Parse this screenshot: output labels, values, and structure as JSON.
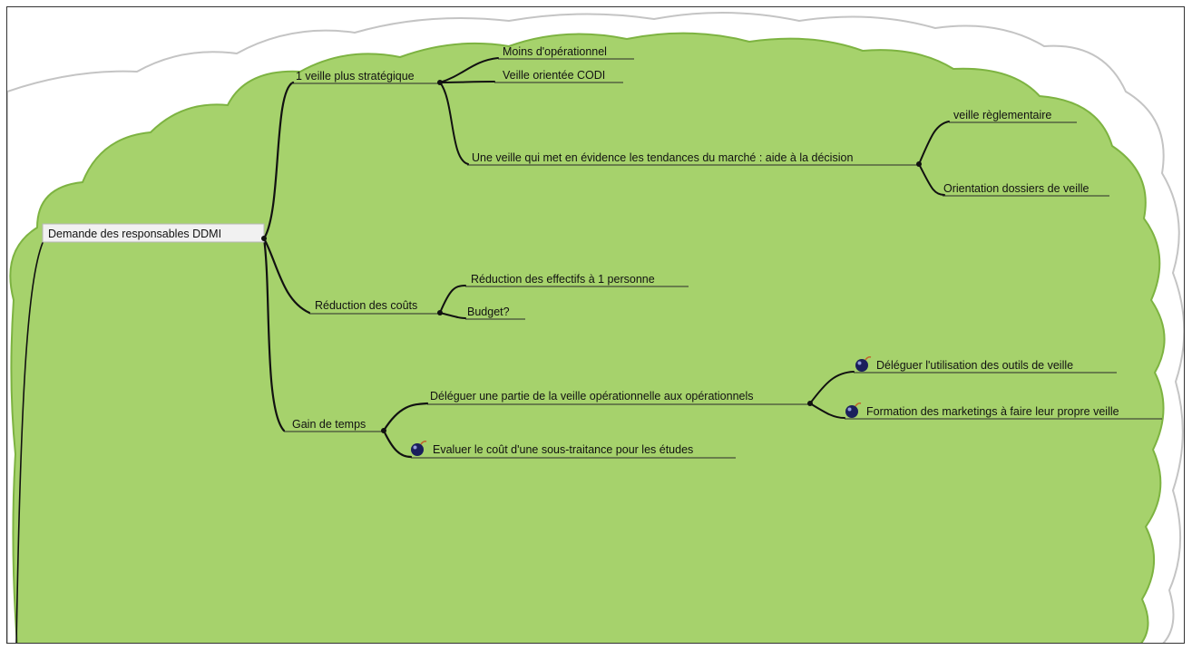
{
  "mindmap": {
    "root": {
      "label": "Demande des responsables DDMI"
    },
    "branches": [
      {
        "label": "1 veille plus stratégique",
        "children": [
          {
            "label": "Moins d'opérationnel"
          },
          {
            "label": "Veille orientée CODI"
          },
          {
            "label": "Une veille qui met en évidence les tendances du marché : aide à la décision",
            "children": [
              {
                "label": "veille règlementaire"
              },
              {
                "label": "Orientation dossiers de veille"
              }
            ]
          }
        ]
      },
      {
        "label": "Réduction des coûts",
        "children": [
          {
            "label": "Réduction des effectifs à 1 personne"
          },
          {
            "label": "Budget?"
          }
        ]
      },
      {
        "label": "Gain de temps",
        "children": [
          {
            "label": "Déléguer une partie de la veille opérationnelle aux opérationnels",
            "children": [
              {
                "label": "Déléguer l'utilisation des outils de veille",
                "icon": "bomb-icon"
              },
              {
                "label": "Formation des marketings à faire leur propre veille",
                "icon": "bomb-icon"
              }
            ]
          },
          {
            "label": "Evaluer le coût d'une sous-traitance pour les études",
            "icon": "bomb-icon"
          }
        ]
      }
    ]
  },
  "colors": {
    "cloud_fill": "#a6d26c",
    "cloud_stroke": "#7db341",
    "outer_cloud_stroke": "#c4c4c4",
    "connector": "#111111",
    "root_box": "#f1f1f1"
  }
}
